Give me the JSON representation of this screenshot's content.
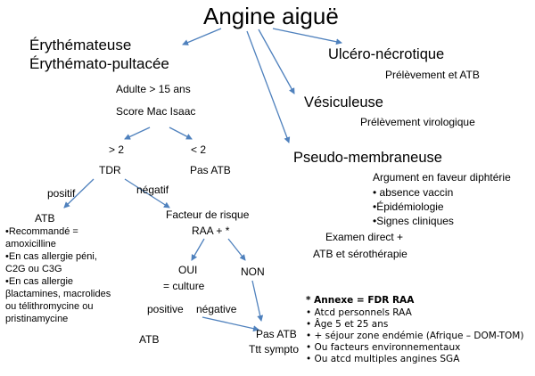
{
  "title": "Angine aiguë",
  "erythemateuse": {
    "line1": "Érythémateuse",
    "line2": "Érythémato-pultacée"
  },
  "ulcero": {
    "title": "Ulcéro-nécrotique",
    "note": "Prélèvement et ATB"
  },
  "vesiculeuse": {
    "title": "Vésiculeuse",
    "note": "Prélèvement virologique"
  },
  "pseudo": {
    "title": "Pseudo-membraneuse",
    "argument": "Argument en faveur diphtérie",
    "bullets": [
      "• absence vaccin",
      "•Épidémiologie",
      "•Signes cliniques"
    ],
    "exam_line1": "Examen direct +",
    "exam_line2": "ATB et sérothérapie"
  },
  "adulte": "Adulte > 15 ans",
  "score": "Score Mac Isaac",
  "gt2": "> 2",
  "lt2": "< 2",
  "tdr": "TDR",
  "pas_atb": "Pas ATB",
  "positif": "positif",
  "negatif": "négatif",
  "atb_left": {
    "title": "ATB",
    "lines": [
      "•Recommandé =",
      "amoxicilline",
      "•En cas allergie péni,",
      "C2G ou C3G",
      "•En cas allergie",
      "βlactamines, macrolides",
      "ou télithromycine ou",
      "pristinamycine"
    ]
  },
  "facteur": {
    "line1": "Facteur de risque",
    "line2": "RAA + *"
  },
  "oui": {
    "line1": "OUI",
    "line2": "= culture"
  },
  "non": "NON",
  "positive": "positive",
  "negative": "négative",
  "atb_bottom": "ATB",
  "pas_atb_ttt": {
    "line1": "Pas ATB",
    "line2": "Ttt sympto"
  },
  "annexe": {
    "title": "* Annexe  = FDR RAA",
    "items": [
      "• Atcd personnels RAA",
      "• Âge 5 et 25 ans",
      "• + séjour zone endémie (Afrique – DOM-TOM)",
      "• Ou facteurs environnementaux",
      "• Ou atcd multiples angines SGA"
    ]
  },
  "colors": {
    "arrow": "#4f81bd",
    "text": "#000000"
  }
}
